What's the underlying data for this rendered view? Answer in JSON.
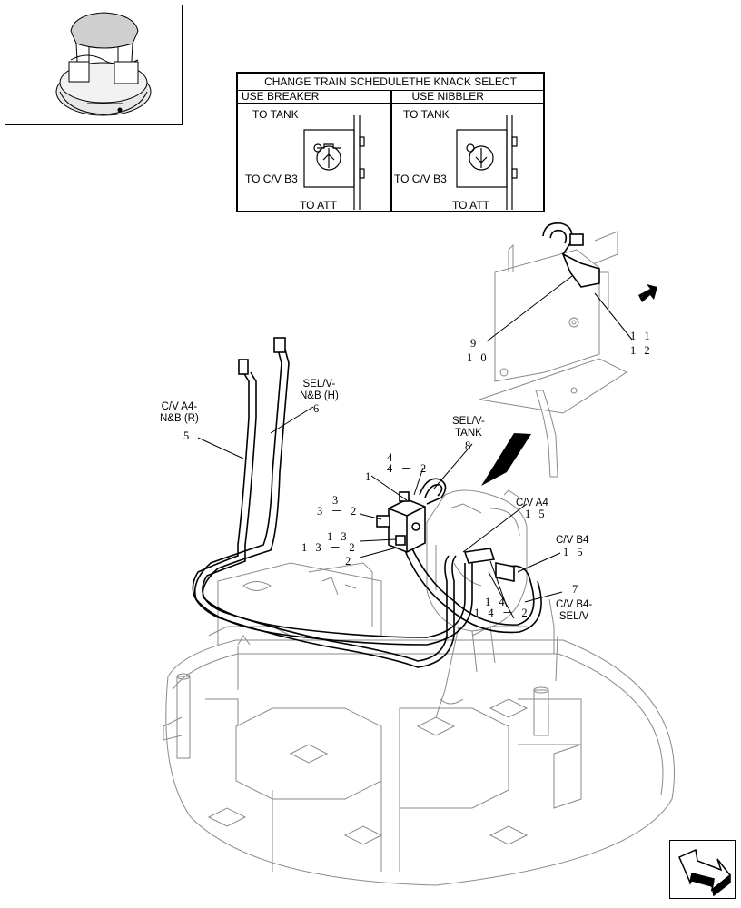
{
  "schedule": {
    "title": "CHANGE TRAIN SCHEDULETHE KNACK SELECT",
    "columns": [
      {
        "header": "USE BREAKER",
        "to_tank": "TO TANK",
        "to_cv": "TO C/V B3",
        "to_att": "TO ATT"
      },
      {
        "header": "USE NIBBLER",
        "to_tank": "TO TANK",
        "to_cv": "TO C/V B3",
        "to_att": "TO ATT"
      }
    ]
  },
  "callouts": {
    "c9": "9",
    "c10": "1 0",
    "c11": "1 1",
    "c12": "1 2",
    "c5": "5",
    "c6": "6",
    "c8": "8",
    "c4": "4",
    "c4_2": "4 － 2",
    "c1": "1",
    "c3": "3",
    "c3_2": "3 － 2",
    "c13": "1 3",
    "c13_2": "1 3 － 2",
    "c2": "2",
    "c15a": "1 5",
    "c15b": "1 5",
    "c14": "1 4",
    "c14_2": "1 4 － 2",
    "c7": "7"
  },
  "labels": {
    "cv_a4_nb_r": [
      "C/V A4-",
      "N&B (R)"
    ],
    "sel_v_nb_h": [
      "SEL/V-",
      "N&B (H)"
    ],
    "sel_v_tank": [
      "SEL/V-",
      "TANK"
    ],
    "cv_a4": "C/V A4",
    "cv_b4": "C/V B4",
    "cv_b4_sel": [
      "C/V B4-",
      "SEL/V"
    ]
  },
  "icons": {
    "thumbnail": "excavator-upper-structure-icon",
    "nav": "next-page-arrow-icon"
  }
}
